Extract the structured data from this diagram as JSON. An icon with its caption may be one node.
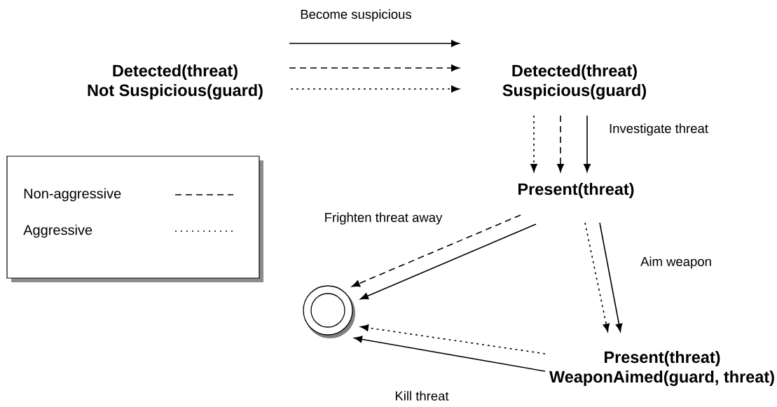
{
  "diagram": {
    "nodes": [
      {
        "text": [
          "Detected(threat)",
          "Not Suspicious(guard)"
        ]
      },
      {
        "text": [
          "Detected(threat)",
          "Suspicious(guard)"
        ]
      },
      {
        "text": [
          "Present(threat)"
        ]
      },
      {
        "text": [],
        "shape": "circle"
      },
      {
        "text": [
          "Present(threat)",
          "WeaponAimed(guard, threat)"
        ]
      }
    ],
    "edges": [
      {
        "from": 0,
        "to": 1,
        "arrow": "to",
        "label": "Become suspicious"
      },
      {
        "from": 0,
        "to": 1,
        "arrow": "to",
        "style": "dashed"
      },
      {
        "from": 0,
        "to": 1,
        "arrow": "to",
        "style": "dashed"
      },
      {
        "from": 1,
        "to": 2,
        "arrow": "to",
        "style": "dashed"
      },
      {
        "from": 1,
        "to": 2,
        "arrow": "to",
        "style": "dashed"
      },
      {
        "from": 1,
        "to": 2,
        "arrow": "to",
        "label": "Investigate threat"
      },
      {
        "from": 2,
        "to": 3,
        "arrow": "to",
        "style": "dashed",
        "label": "Frighten threat away"
      },
      {
        "from": 2,
        "to": 3,
        "arrow": "to"
      },
      {
        "from": 2,
        "to": 4,
        "arrow": "to",
        "style": "dashed"
      },
      {
        "from": 2,
        "to": 4,
        "arrow": "to",
        "label": "Aim weapon"
      },
      {
        "from": 4,
        "to": 3,
        "arrow": "to",
        "style": "dashed"
      },
      {
        "from": 4,
        "to": 3,
        "arrow": "to",
        "label": "Kill threat"
      }
    ],
    "legend": [
      {
        "text": "Non-aggressive"
      },
      {
        "text": "Aggressive"
      }
    ]
  }
}
